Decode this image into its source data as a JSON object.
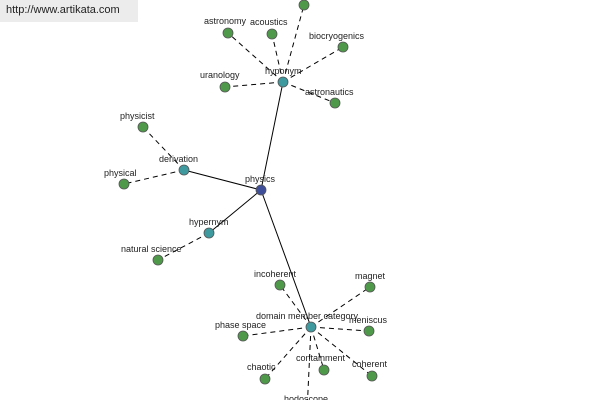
{
  "source": {
    "url_text": "http://www.artikata.com"
  },
  "colors": {
    "background": "#ffffff",
    "badge_background": "#ececec",
    "center_node": "#3f4f9a",
    "relation_node": "#3f9aa0",
    "term_node": "#4f9a4a",
    "edge": "#000000"
  },
  "graph": {
    "nodes": [
      {
        "id": "physics",
        "label": "physics",
        "kind": "center"
      },
      {
        "id": "hyponym",
        "label": "hyponym",
        "kind": "relation"
      },
      {
        "id": "derivation",
        "label": "derivation",
        "kind": "relation"
      },
      {
        "id": "hypernym",
        "label": "hypernym",
        "kind": "relation"
      },
      {
        "id": "domain-member-category",
        "label": "domain member category",
        "kind": "relation"
      },
      {
        "id": "astronomy",
        "label": "astronomy",
        "kind": "term"
      },
      {
        "id": "acoustics",
        "label": "acoustics",
        "kind": "term"
      },
      {
        "id": "hyponym-top",
        "label": "",
        "kind": "term"
      },
      {
        "id": "biocryogenics",
        "label": "biocryogenics",
        "kind": "term"
      },
      {
        "id": "uranology",
        "label": "uranology",
        "kind": "term"
      },
      {
        "id": "astronautics",
        "label": "astronautics",
        "kind": "term"
      },
      {
        "id": "physicist",
        "label": "physicist",
        "kind": "term"
      },
      {
        "id": "physical",
        "label": "physical",
        "kind": "term"
      },
      {
        "id": "natural-science",
        "label": "natural science",
        "kind": "term"
      },
      {
        "id": "incoherent",
        "label": "incoherent",
        "kind": "term"
      },
      {
        "id": "magnet",
        "label": "magnet",
        "kind": "term"
      },
      {
        "id": "phase-space",
        "label": "phase space",
        "kind": "term"
      },
      {
        "id": "meniscus",
        "label": "meniscus",
        "kind": "term"
      },
      {
        "id": "chaotic",
        "label": "chaotic",
        "kind": "term"
      },
      {
        "id": "containment",
        "label": "containment",
        "kind": "term"
      },
      {
        "id": "coherent",
        "label": "coherent",
        "kind": "term"
      },
      {
        "id": "hodoscope",
        "label": "hodoscope",
        "kind": "term"
      }
    ],
    "edges": [
      {
        "from": "physics",
        "to": "hyponym",
        "style": "solid"
      },
      {
        "from": "physics",
        "to": "derivation",
        "style": "solid"
      },
      {
        "from": "physics",
        "to": "hypernym",
        "style": "solid"
      },
      {
        "from": "physics",
        "to": "domain-member-category",
        "style": "solid"
      },
      {
        "from": "hyponym",
        "to": "astronomy",
        "style": "dashed"
      },
      {
        "from": "hyponym",
        "to": "acoustics",
        "style": "dashed"
      },
      {
        "from": "hyponym",
        "to": "hyponym-top",
        "style": "dashed"
      },
      {
        "from": "hyponym",
        "to": "biocryogenics",
        "style": "dashed"
      },
      {
        "from": "hyponym",
        "to": "uranology",
        "style": "dashed"
      },
      {
        "from": "hyponym",
        "to": "astronautics",
        "style": "dashed"
      },
      {
        "from": "derivation",
        "to": "physicist",
        "style": "dashed"
      },
      {
        "from": "derivation",
        "to": "physical",
        "style": "dashed"
      },
      {
        "from": "hypernym",
        "to": "natural-science",
        "style": "dashed"
      },
      {
        "from": "domain-member-category",
        "to": "incoherent",
        "style": "dashed"
      },
      {
        "from": "domain-member-category",
        "to": "magnet",
        "style": "dashed"
      },
      {
        "from": "domain-member-category",
        "to": "phase-space",
        "style": "dashed"
      },
      {
        "from": "domain-member-category",
        "to": "meniscus",
        "style": "dashed"
      },
      {
        "from": "domain-member-category",
        "to": "chaotic",
        "style": "dashed"
      },
      {
        "from": "domain-member-category",
        "to": "containment",
        "style": "dashed"
      },
      {
        "from": "domain-member-category",
        "to": "coherent",
        "style": "dashed"
      },
      {
        "from": "domain-member-category",
        "to": "hodoscope",
        "style": "dashed"
      }
    ]
  }
}
